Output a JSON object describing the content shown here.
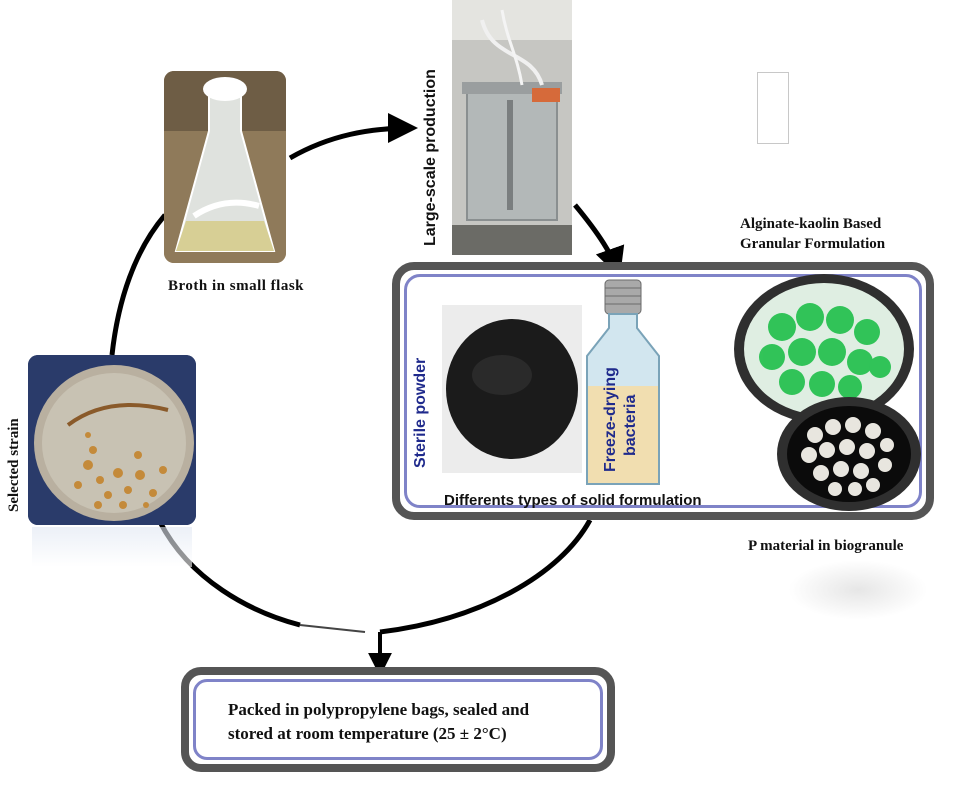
{
  "steps": {
    "selected_strain": "Selected strain",
    "broth": "Broth in small flask",
    "large_scale": "Large-scale production",
    "solid_formulation_box": {
      "sterile_powder": "Sterile powder",
      "freeze_drying_line1": "Freeze-drying",
      "freeze_drying_line2": "bacteria",
      "caption": "Differents types of solid formulation"
    },
    "alginate_line1": "Alginate-kaolin Based",
    "alginate_line2": "Granular Formulation",
    "p_material": "P material in biogranule",
    "packed_line1": "Packed in polypropylene bags, sealed and",
    "packed_line2": "stored at room temperature (25 ± 2°C)"
  },
  "colors": {
    "box_border_outer": "#4a4a4a",
    "box_border_inner": "#7f83c8",
    "label_blue": "#1f2a8c",
    "granule_green": "#1fbf4a",
    "granule_white": "#e8e6df"
  },
  "icons": [
    "petri-dish-photo",
    "flask-photo",
    "bioreactor-photo",
    "powder-photo",
    "bottle-icon",
    "green-granules-photo",
    "white-granules-photo"
  ]
}
